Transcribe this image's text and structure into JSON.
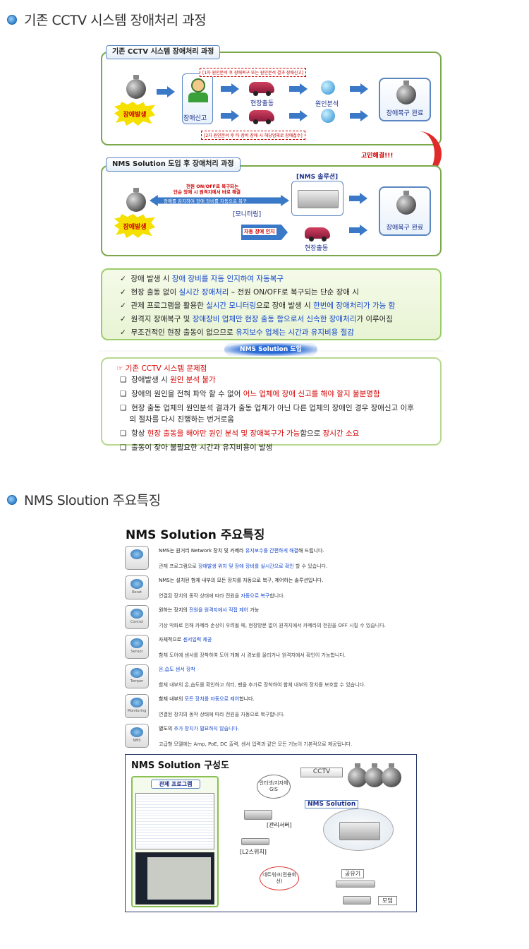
{
  "section1": {
    "title": "기존 CCTV 시스템 장애처리 과정"
  },
  "panel1": {
    "title": "기존 CCTV 시스템 장애처리 과정",
    "fault": "장애발생",
    "report": "장애신고",
    "dispatch": "현장출동",
    "analysis": "원인분석",
    "restore": "장애복구 완료",
    "note1": "[1차 원인분석 후 장애복구 또는 원인분석 결과 장애신고]",
    "note2": "[2차 원인분석 후 타 장비 장애 시 해당업체로 장애접수]",
    "complaint": "고민해결!!!"
  },
  "panel2": {
    "title": "NMS Solution 도입 후 장애처리 과정",
    "fault": "장애발생",
    "solution": "[NMS 솔루션]",
    "remote1": "전원 ON/OFF로 복구되는",
    "remote2": "단순 장애 시 원격지에서 바로 해결",
    "detect": "장애를 감지하여 장애 장비를 자동으로 복구",
    "monitoring": "[모니터링]",
    "auto": "자동 장애 인지",
    "dispatch": "현장출동",
    "restore": "장애복구 완료"
  },
  "benefits": [
    {
      "a": "장애 발생 시 ",
      "b": "장애 장비를 자동 인지하여 자동복구",
      "c": ""
    },
    {
      "a": "현장 출동 없이 ",
      "b": "실시간 장애처리",
      "c": " – 전원 ON/OFF로 복구되는 단순 장애 시"
    },
    {
      "a": "관제 프로그램을 활용한 ",
      "b": "실시간 모니터링",
      "c": "으로 장애 발생 시 ",
      "d": "한번에 장애처리가 가능 함"
    },
    {
      "a": "원격지 장애복구 및 ",
      "b": "장애장비 업체만 현장 출동 함으로서 신속한 장애처리",
      "c": "가 이루어짐"
    },
    {
      "a": "무조건적인 현장 출동이 없으므로 ",
      "b": "유지보수 업체는 시간과 유지비용 절감",
      "c": ""
    }
  ],
  "banner": "NMS Solution 도입",
  "problems": {
    "title": "☞ 기존 CCTV 시스템 문제점",
    "items": [
      {
        "a": "장애발생 시 ",
        "r": "원인 분석 불가",
        "c": ""
      },
      {
        "a": "장애의 원인을 전혀 파악 할 수 없어 ",
        "r": "어느 업체에 장애 신고를 해야 할지 불분명함",
        "c": ""
      },
      {
        "a": "현장 출동 업체의 원인분석 결과가 출동 업체가 아닌 다른 업체의 장애인 경우 장애신고 이후",
        "r": "",
        "c": "의 절차를    다시 진행하는 번거로움"
      },
      {
        "a": "항상 ",
        "r": "현장 출동을 해야만 원인 분석 및 장애복구가 가능",
        "c": "함으로 ",
        "r2": "장시간 소요"
      },
      {
        "a": "출동이 잦아 불필요한 시간과 유지비용이 발생",
        "r": "",
        "c": ""
      }
    ]
  },
  "section2": {
    "title": "NMS Sloution 주요특징"
  },
  "features": {
    "title": "NMS Solution 주요특징",
    "rows": [
      {
        "icon": "eye-icon",
        "label": "",
        "l1a": "NMS는 원거리 Network 장치 및 카메라 ",
        "l1b": "유지보수를 간편하게 해결",
        "l1c": "해 드립니다.",
        "l2a": "관제 프로그램으로 ",
        "l2b": "장애발생 위치 및 장애 장비를 실시간으로 확인",
        "l2c": " 할 수 있습니다."
      },
      {
        "icon": "reset-icon",
        "label": "Reset",
        "l1a": "NMS는 설치된 함체 내부의 모든 장치를 자동으로 복구, 제어하는 솔루션입니다.",
        "l1b": "",
        "l1c": "",
        "l2a": "연결된 장치의 동작 상태에 따라 전원을 ",
        "l2b": "자동으로 복구",
        "l2c": "합니다."
      },
      {
        "icon": "control-icon",
        "label": "Control",
        "l1a": "원하는 장치의 ",
        "l1b": "전원을 원격지에서 직접 제어",
        "l1c": " 가능",
        "l2a": "기상 악화로 인해 카메라 손상이 우려될 때, 현장방문 없이 원격지에서 카메라의 전원을 OFF 시킬 수 있습니다.",
        "l2b": "",
        "l2c": ""
      },
      {
        "icon": "sensor-icon",
        "label": "Sensor",
        "l1a": "자체적으로 ",
        "l1b": "센서입력 제공",
        "l1c": "",
        "l2a": "함체 도어에 센서를 장착하여 도어 개폐 시 경보를 울리거나 원격지에서 확인이 가능합니다.",
        "l2b": "",
        "l2c": ""
      },
      {
        "icon": "thermometer-icon",
        "label": "Temper",
        "l1a": "",
        "l1b": "온,습도 센서 장착",
        "l1c": "",
        "l2a": "함체 내부의 온,습도를 확인하고 히터, 팬을 추가로 장착하여 함체 내부의 장치를 보호할 수 있습니다.",
        "l2b": "",
        "l2c": ""
      },
      {
        "icon": "monitor-icon",
        "label": "Monitoring",
        "l1a": "함체 내부의 ",
        "l1b": "모든 장치를 자동으로 제어",
        "l1c": "합니다.",
        "l2a": "연결된 장치의 동작 상태에 따라 전원을 자동으로 복구합니다.",
        "l2b": "",
        "l2c": ""
      },
      {
        "icon": "nms-device-icon",
        "label": "NMS",
        "l1a": "별도의 ",
        "l1b": "추가 장치가 필요하지 않습니다.",
        "l1c": "",
        "l2a": "고급형 모델에는 Amp, PoE, DC 출력, 센서 입력과 같은 모든 기능이 기본적으로 제공됩니다.",
        "l2b": "",
        "l2c": ""
      }
    ]
  },
  "config": {
    "title": "NMS Solution 구성도",
    "program": "관제 프로그램",
    "internet": "인터넷/지자체GIS",
    "server": "[관리서버]",
    "l2": "[L2스위치]",
    "network": "네트워크(전용회선)",
    "cctv": "CCTV",
    "nms": "NMS Solution",
    "hub": "공유기",
    "modem": "모뎀"
  }
}
